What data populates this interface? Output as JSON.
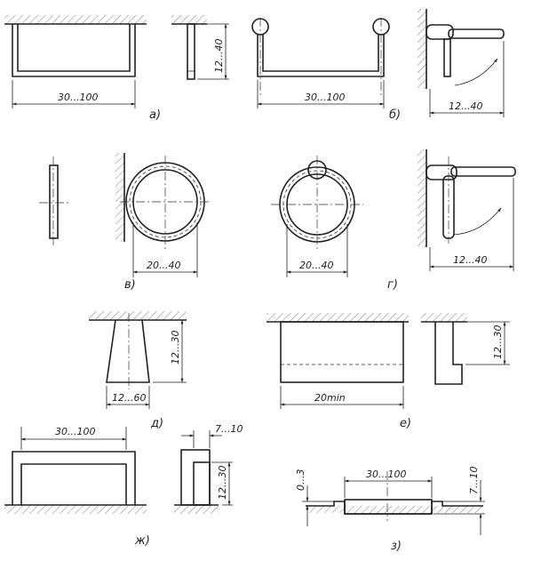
{
  "figures": [
    {
      "id": "a",
      "label": "а)",
      "dims": [
        "30...100",
        "12...40"
      ]
    },
    {
      "id": "b",
      "label": "б)",
      "dims": [
        "30...100",
        "12...40"
      ]
    },
    {
      "id": "v",
      "label": "в)",
      "dims": [
        "20...40"
      ]
    },
    {
      "id": "g",
      "label": "г)",
      "dims": [
        "20...40",
        "12...40"
      ]
    },
    {
      "id": "d",
      "label": "д)",
      "dims": [
        "12...30",
        "12...60"
      ]
    },
    {
      "id": "e",
      "label": "е)",
      "dims": [
        "20min",
        "12...30"
      ]
    },
    {
      "id": "zh",
      "label": "ж)",
      "dims": [
        "30...100",
        "7...10",
        "12...30"
      ]
    },
    {
      "id": "z",
      "label": "з)",
      "dims": [
        "30...100",
        "0...3",
        "7...10"
      ]
    }
  ]
}
